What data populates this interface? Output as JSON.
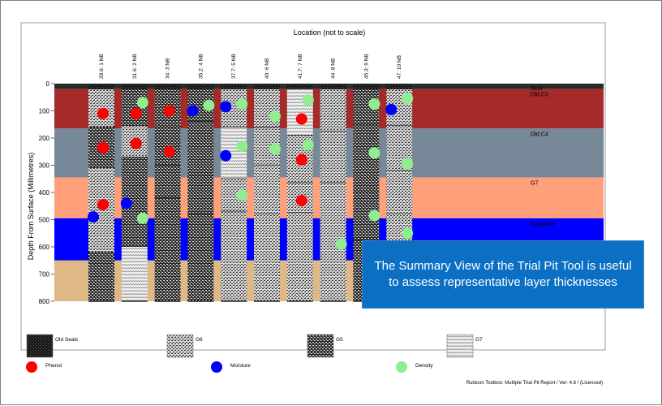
{
  "chart_data": {
    "type": "bar",
    "title": "Location (not to scale)",
    "ylabel": "Depth From Surface (Millimetres)",
    "ylim": [
      0,
      800
    ],
    "yticks": [
      0,
      100,
      200,
      300,
      400,
      500,
      600,
      700,
      800
    ],
    "y_reversed": true,
    "bands": [
      {
        "name": "Seal",
        "top": 0,
        "bottom": 20,
        "color": "#2b2b2b"
      },
      {
        "name": "Old C3",
        "top": 20,
        "bottom": 165,
        "color": "#a52a2a"
      },
      {
        "name": "Old C4",
        "top": 165,
        "bottom": 345,
        "color": "#778899"
      },
      {
        "name": "G7",
        "top": 345,
        "bottom": 495,
        "color": "#ffa07a"
      },
      {
        "name": "Subgrade",
        "top": 495,
        "bottom": 650,
        "color": "#0000ff"
      },
      {
        "name": "",
        "top": 650,
        "bottom": 800,
        "color": "#deb887"
      }
    ],
    "pits": [
      {
        "label": "29.6: 1 NB",
        "pattern": "patC",
        "layers": [
          {
            "top": 0,
            "bottom": 20,
            "material": "Old Seals"
          },
          {
            "top": 20,
            "bottom": 160,
            "material": "G6"
          },
          {
            "top": 160,
            "bottom": 310,
            "material": "G5"
          },
          {
            "top": 310,
            "bottom": 620,
            "material": "G6"
          },
          {
            "top": 620,
            "bottom": 800,
            "material": "G5"
          }
        ],
        "points": [
          {
            "depth": 110,
            "type": "Phenol"
          },
          {
            "depth": 235,
            "type": "Phenol"
          },
          {
            "depth": 445,
            "type": "Phenol"
          },
          {
            "depth": 490,
            "type": "Moisture"
          }
        ]
      },
      {
        "label": "31.6: 2 NB",
        "pattern": "patB",
        "layers": [
          {
            "top": 0,
            "bottom": 20,
            "material": "Old Seals"
          },
          {
            "top": 20,
            "bottom": 155,
            "material": "G5"
          },
          {
            "top": 155,
            "bottom": 270,
            "material": "G6"
          },
          {
            "top": 270,
            "bottom": 600,
            "material": "G5"
          },
          {
            "top": 600,
            "bottom": 800,
            "material": "G7"
          }
        ],
        "points": [
          {
            "depth": 70,
            "type": "Density"
          },
          {
            "depth": 110,
            "type": "Phenol"
          },
          {
            "depth": 220,
            "type": "Phenol"
          },
          {
            "depth": 440,
            "type": "Moisture"
          },
          {
            "depth": 495,
            "type": "Density"
          }
        ]
      },
      {
        "label": "34: 3 NB",
        "pattern": "patB",
        "layers": [
          {
            "top": 0,
            "bottom": 20,
            "material": "Old Seals"
          },
          {
            "top": 20,
            "bottom": 160,
            "material": "G5"
          },
          {
            "top": 160,
            "bottom": 300,
            "material": "G5"
          },
          {
            "top": 300,
            "bottom": 420,
            "material": "G5"
          },
          {
            "top": 420,
            "bottom": 800,
            "material": "G5"
          }
        ],
        "points": [
          {
            "depth": 100,
            "type": "Phenol"
          },
          {
            "depth": 250,
            "type": "Phenol"
          }
        ]
      },
      {
        "label": "35.2: 4 NB",
        "pattern": "patB",
        "layers": [
          {
            "top": 0,
            "bottom": 20,
            "material": "Old Seals"
          },
          {
            "top": 20,
            "bottom": 140,
            "material": "G5"
          },
          {
            "top": 140,
            "bottom": 340,
            "material": "G5"
          },
          {
            "top": 340,
            "bottom": 480,
            "material": "G5"
          },
          {
            "top": 480,
            "bottom": 800,
            "material": "G5"
          }
        ],
        "points": [
          {
            "depth": 100,
            "type": "Moisture"
          },
          {
            "depth": 80,
            "type": "Density"
          }
        ]
      },
      {
        "label": "37.7: 5 NB",
        "pattern": "patC",
        "layers": [
          {
            "top": 0,
            "bottom": 20,
            "material": "Old Seals"
          },
          {
            "top": 20,
            "bottom": 160,
            "material": "G6"
          },
          {
            "top": 160,
            "bottom": 350,
            "material": "G7"
          },
          {
            "top": 350,
            "bottom": 470,
            "material": "G6"
          },
          {
            "top": 470,
            "bottom": 800,
            "material": "G6"
          }
        ],
        "points": [
          {
            "depth": 75,
            "type": "Density"
          },
          {
            "depth": 85,
            "type": "Moisture"
          },
          {
            "depth": 230,
            "type": "Density"
          },
          {
            "depth": 265,
            "type": "Moisture"
          },
          {
            "depth": 410,
            "type": "Density"
          }
        ]
      },
      {
        "label": "40: 6 NB",
        "pattern": "patC",
        "layers": [
          {
            "top": 0,
            "bottom": 20,
            "material": "Old Seals"
          },
          {
            "top": 20,
            "bottom": 160,
            "material": "G6"
          },
          {
            "top": 160,
            "bottom": 300,
            "material": "G6"
          },
          {
            "top": 300,
            "bottom": 480,
            "material": "G6"
          },
          {
            "top": 480,
            "bottom": 800,
            "material": "G6"
          }
        ],
        "points": [
          {
            "depth": 120,
            "type": "Density"
          },
          {
            "depth": 240,
            "type": "Density"
          }
        ]
      },
      {
        "label": "41.7: 7 NB",
        "pattern": "patC",
        "layers": [
          {
            "top": 0,
            "bottom": 20,
            "material": "Old Seals"
          },
          {
            "top": 20,
            "bottom": 190,
            "material": "G7"
          },
          {
            "top": 190,
            "bottom": 365,
            "material": "G6"
          },
          {
            "top": 365,
            "bottom": 475,
            "material": "G6"
          },
          {
            "top": 475,
            "bottom": 800,
            "material": "G6"
          }
        ],
        "points": [
          {
            "depth": 60,
            "type": "Density"
          },
          {
            "depth": 130,
            "type": "Phenol"
          },
          {
            "depth": 225,
            "type": "Density"
          },
          {
            "depth": 280,
            "type": "Phenol"
          },
          {
            "depth": 430,
            "type": "Phenol"
          }
        ]
      },
      {
        "label": "44: 8 NB",
        "pattern": "patC",
        "layers": [
          {
            "top": 0,
            "bottom": 20,
            "material": "Old Seals"
          },
          {
            "top": 20,
            "bottom": 175,
            "material": "G6"
          },
          {
            "top": 175,
            "bottom": 365,
            "material": "G6"
          },
          {
            "top": 365,
            "bottom": 800,
            "material": "G6"
          }
        ],
        "points": [
          {
            "depth": 590,
            "type": "Density"
          }
        ]
      },
      {
        "label": "45.3: 9 NB",
        "pattern": "patB",
        "layers": [
          {
            "top": 0,
            "bottom": 20,
            "material": "Old Seals"
          },
          {
            "top": 20,
            "bottom": 150,
            "material": "G5"
          },
          {
            "top": 150,
            "bottom": 400,
            "material": "G5"
          },
          {
            "top": 400,
            "bottom": 575,
            "material": "G5"
          },
          {
            "top": 575,
            "bottom": 800,
            "material": "G5"
          }
        ],
        "points": [
          {
            "depth": 75,
            "type": "Density"
          },
          {
            "depth": 255,
            "type": "Density"
          },
          {
            "depth": 485,
            "type": "Density"
          }
        ]
      },
      {
        "label": "47: 10 NB",
        "pattern": "patC",
        "layers": [
          {
            "top": 0,
            "bottom": 20,
            "material": "Old Seals"
          },
          {
            "top": 20,
            "bottom": 155,
            "material": "G6"
          },
          {
            "top": 155,
            "bottom": 320,
            "material": "G6"
          },
          {
            "top": 320,
            "bottom": 480,
            "material": "G6"
          },
          {
            "top": 480,
            "bottom": 800,
            "material": "G6"
          }
        ],
        "points": [
          {
            "depth": 55,
            "type": "Density"
          },
          {
            "depth": 95,
            "type": "Moisture"
          },
          {
            "depth": 295,
            "type": "Density"
          },
          {
            "depth": 550,
            "type": "Density"
          }
        ]
      }
    ],
    "legend": {
      "materials": [
        {
          "name": "Old Seals",
          "pattern": "patA"
        },
        {
          "name": "G6",
          "pattern": "patC"
        },
        {
          "name": "G5",
          "pattern": "patB"
        },
        {
          "name": "G7",
          "pattern": "patD"
        }
      ],
      "points": [
        {
          "name": "Phenol",
          "color": "#ff0000"
        },
        {
          "name": "Moisture",
          "color": "#0000ff"
        },
        {
          "name": "Density",
          "color": "#90ee90"
        }
      ]
    },
    "footer": "Rubicon Toolbox: Multiple Trial Pit Report / Ver: 4.6 / (Licenced)"
  },
  "callout": {
    "text": "The Summary View of the Trial Pit Tool is useful to assess representative layer thicknesses"
  }
}
